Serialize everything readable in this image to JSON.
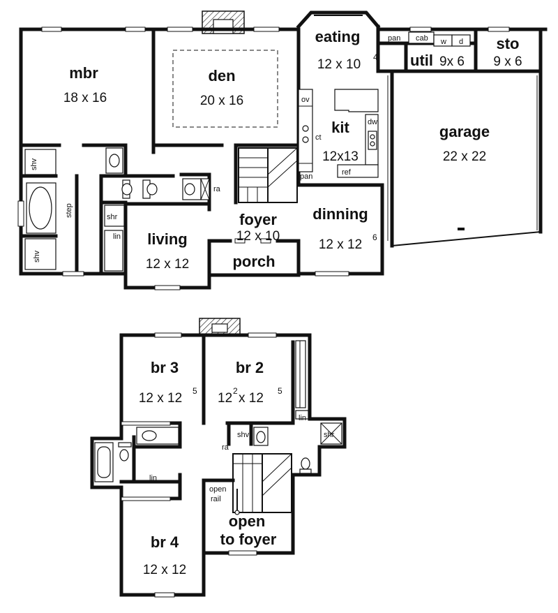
{
  "first_floor": {
    "rooms": {
      "mbr": {
        "name": "mbr",
        "dim": "18 x 16"
      },
      "den": {
        "name": "den",
        "dim": "20 x 16"
      },
      "eating": {
        "name": "eating",
        "dim": "12 x 10",
        "sup": "4"
      },
      "util": {
        "name": "util",
        "dim": "9x 6"
      },
      "sto": {
        "name": "sto",
        "dim": "9 x 6"
      },
      "kit": {
        "name": "kit",
        "dim": "12x13"
      },
      "garage": {
        "name": "garage",
        "dim": "22 x 22"
      },
      "dinning": {
        "name": "dinning",
        "dim": "12 x 12",
        "sup": "6"
      },
      "foyer": {
        "name": "foyer",
        "dim": "12 x 10"
      },
      "living": {
        "name": "living",
        "dim": "12 x 12"
      },
      "porch": {
        "name": "porch"
      }
    },
    "labels": {
      "pan_util": "pan",
      "cab": "cab",
      "w": "w",
      "d": "d",
      "ov": "ov",
      "ct": "ct",
      "pan_kit": "pan",
      "dw": "dw",
      "ref": "ref",
      "shv_top": "shv",
      "shv_bottom": "shv",
      "step": "step",
      "shr": "shr",
      "lin": "lin",
      "ra": "ra"
    }
  },
  "second_floor": {
    "rooms": {
      "br3": {
        "name": "br 3",
        "dim": "12 x 12",
        "sup": "5"
      },
      "br2": {
        "name": "br 2",
        "dim_a": "12",
        "sup_a": "2",
        "dim_b": "x 12",
        "sup_b": "5"
      },
      "br4": {
        "name": "br 4",
        "dim": "12 x 12"
      },
      "open_to_foyer": {
        "line1": "open",
        "line2": "to foyer"
      }
    },
    "labels": {
      "lin_right": "lin",
      "shr": "shr",
      "shv": "shv",
      "ra": "ra",
      "lin_hall": "lin",
      "open_rail_1": "open",
      "open_rail_2": "rail"
    }
  }
}
